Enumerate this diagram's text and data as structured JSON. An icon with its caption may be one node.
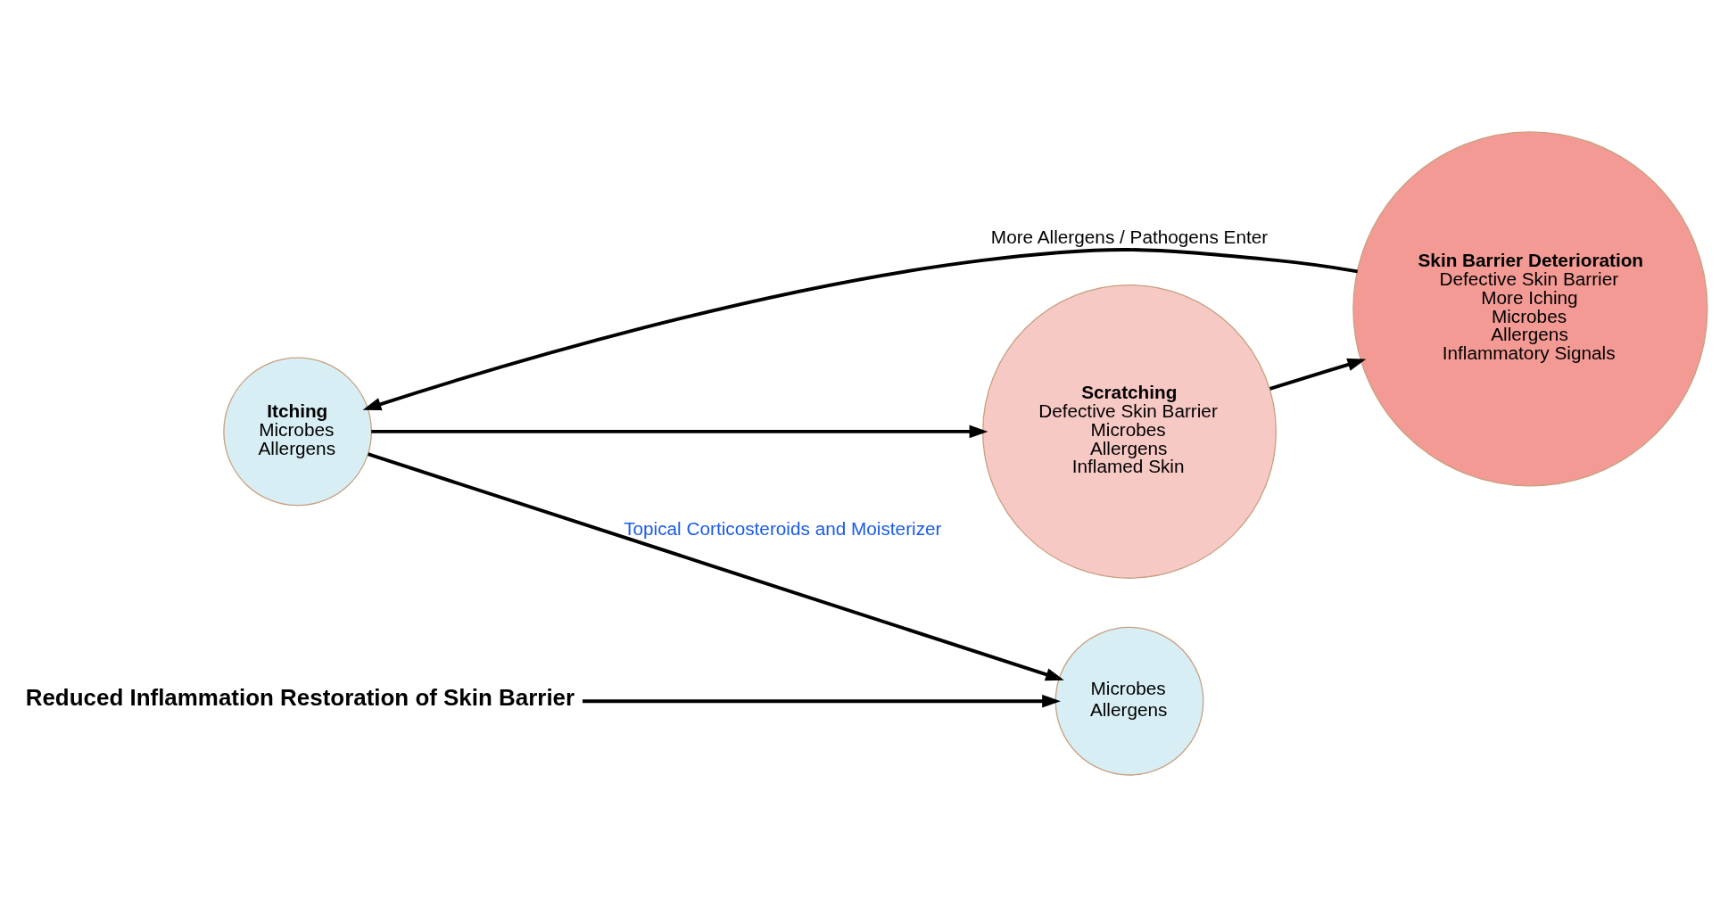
{
  "diagram": {
    "nodes": [
      {
        "text": [
          "Itching",
          "Microbes",
          "Allergens"
        ]
      },
      {
        "text": [
          "Scratching",
          "Defective Skin Barrier",
          "Microbes",
          "Allergens",
          "Inflamed Skin"
        ]
      },
      {
        "text": [
          "Skin Barrier Deterioration",
          "Defective Skin Barrier",
          "More Iching",
          "Microbes",
          "Allergens",
          "Inflammatory Signals"
        ]
      },
      {
        "text": [
          "Microbes",
          "Allergens"
        ]
      },
      {
        "text": [
          "Reduced Inflammation Restoration of Skin Barrier"
        ]
      }
    ],
    "edges": [
      {
        "from": 0,
        "to": 1,
        "arrow": "to"
      },
      {
        "from": 1,
        "to": 2,
        "arrow": "to"
      },
      {
        "from": 2,
        "to": 0,
        "label": "More Allergens / Pathogens Enter",
        "arrow": "to"
      },
      {
        "from": 0,
        "to": 3,
        "label": "Topical Corticosteroids and Moisterizer",
        "arrow": "to"
      },
      {
        "from": 4,
        "to": 3,
        "arrow": "to"
      }
    ]
  }
}
